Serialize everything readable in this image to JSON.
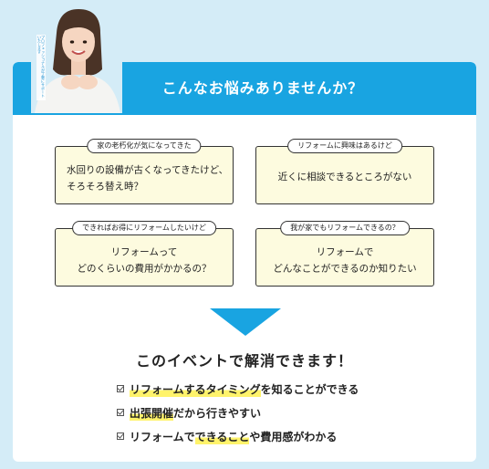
{
  "header": {
    "title": "こんなお悩みありませんか？",
    "person_caption": "プロフェッショナルが丁寧にサポートいたします"
  },
  "concerns": [
    {
      "tag": "家の老朽化が気になってきた",
      "text": "水回りの設備が古くなってきたけど、\nそろそろ替え時？"
    },
    {
      "tag": "リフォームに興味はあるけど",
      "text": "近くに相談できるところがない"
    },
    {
      "tag": "できればお得にリフォームしたいけど",
      "text": "リフォームって\nどのくらいの費用がかかるの？"
    },
    {
      "tag": "我が家でもリフォームできるの？",
      "text": "リフォームで\nどんなことができるのか知りたい"
    }
  ],
  "solution": {
    "title": "このイベントで解消できます！",
    "benefits": [
      {
        "highlight": "リフォームするタイミング",
        "rest": "を知ることができる"
      },
      {
        "highlight": "出張開催",
        "rest": "だから行きやすい"
      },
      {
        "pre": "リフォームで",
        "highlight": "できること",
        "rest": "や費用感がわかる"
      }
    ]
  },
  "colors": {
    "background": "#d4ecf7",
    "header_blue": "#19a4e1",
    "box_fill": "#fdfbdf",
    "highlight": "#fff36b"
  },
  "icons": [
    "check-icon",
    "down-arrow-icon"
  ]
}
